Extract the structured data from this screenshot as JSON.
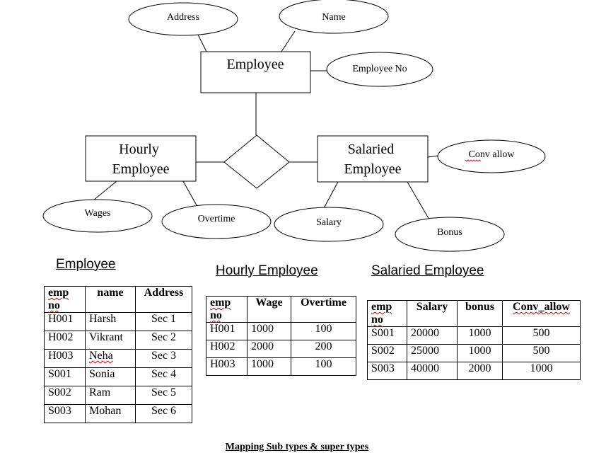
{
  "er_diagram": {
    "entities": {
      "employee": [
        "Employee"
      ],
      "hourly": [
        "Hourly",
        "Employee"
      ],
      "salaried": [
        "Salaried",
        "Employee"
      ]
    },
    "attributes": {
      "address": "Address",
      "name": "Name",
      "employee_no": "Employee No",
      "conv_allow": "Conv allow",
      "wages": "Wages",
      "overtime": "Overtime",
      "salary": "Salary",
      "bonus": "Bonus"
    }
  },
  "tables": {
    "employee": {
      "title": "Employee",
      "headers": [
        "emp no",
        "name",
        "Address"
      ],
      "rows": [
        [
          "H001",
          "Harsh",
          "Sec 1"
        ],
        [
          "H002",
          "Vikrant",
          "Sec 2"
        ],
        [
          "H003",
          "Neha",
          "Sec 3"
        ],
        [
          "S001",
          "Sonia",
          "Sec 4"
        ],
        [
          "S002",
          "Ram",
          "Sec 5"
        ],
        [
          "S003",
          "Mohan",
          "Sec 6"
        ]
      ]
    },
    "hourly": {
      "title": "Hourly Employee",
      "headers": [
        "emp no",
        "Wage",
        "Overtime"
      ],
      "rows": [
        [
          "H001",
          "1000",
          "100"
        ],
        [
          "H002",
          "2000",
          "200"
        ],
        [
          "H003",
          "1000",
          "100"
        ]
      ]
    },
    "salaried": {
      "title": "Salaried Employee",
      "headers": [
        "emp no",
        "Salary",
        "bonus",
        "Conv_allow"
      ],
      "rows": [
        [
          "S001",
          "20000",
          "1000",
          "500"
        ],
        [
          "S002",
          "25000",
          "1000",
          "500"
        ],
        [
          "S003",
          "40000",
          "2000",
          "1000"
        ]
      ]
    }
  },
  "caption": "Mapping Sub types & super types"
}
